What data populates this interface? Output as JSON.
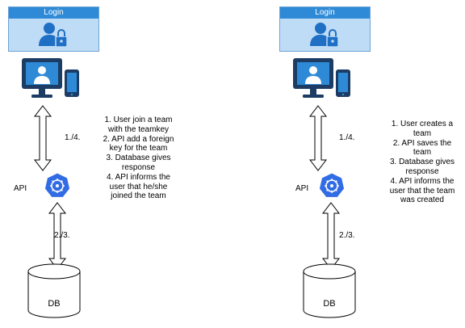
{
  "diagrams": [
    {
      "login_title": "Login",
      "arrow_top_label": "1./4.",
      "api_label": "API",
      "arrow_bottom_label": "2./3.",
      "db_label": "DB",
      "steps": [
        "1. User join a team with the teamkey",
        "2. API add a foreign key for the team",
        "3. Database gives response",
        "4. API informs the user that he/she joined the team"
      ]
    },
    {
      "login_title": "Login",
      "arrow_top_label": "1./4.",
      "api_label": "API",
      "arrow_bottom_label": "2./3.",
      "db_label": "DB",
      "steps": [
        "1. User creates a team",
        "2. API saves the team",
        "3. Database gives response",
        "4. API informs the user that the team was created"
      ]
    }
  ],
  "colors": {
    "title_bar": "#2e8ad6",
    "panel_fill": "#bfdcf6",
    "icon_blue": "#1f6fc4",
    "icon_dark": "#1c3c63",
    "api_blue": "#326ce5"
  },
  "icons": [
    "user-lock-icon",
    "desktop-user-icon",
    "phone-icon",
    "kubernetes-api-icon",
    "database-icon"
  ]
}
